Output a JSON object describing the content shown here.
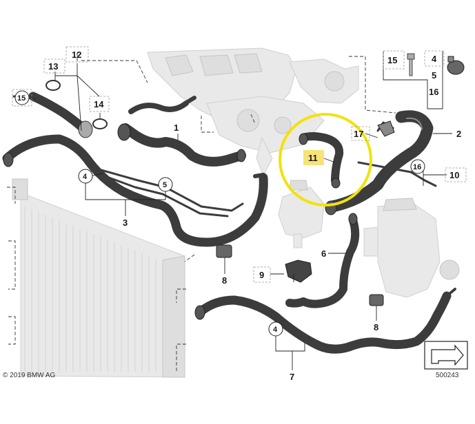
{
  "diagram": {
    "part_labels": {
      "p1": "1",
      "p2": "2",
      "p3": "3",
      "p4a": "4",
      "p4b": "4",
      "p4c": "4",
      "p5a": "5",
      "p5b": "5",
      "p6": "6",
      "p7": "7",
      "p8a": "8",
      "p8b": "8",
      "p9": "9",
      "p10": "10",
      "p11": "11",
      "p12": "12",
      "p13": "13",
      "p14": "14",
      "p15a": "15",
      "p15b": "15",
      "p16a": "16",
      "p16b": "16",
      "p17": "17"
    },
    "highlight": {
      "part": "11",
      "circle_color": "#f2e20c",
      "label_bg": "#f7e37a"
    },
    "copyright": "© 2019 BMW AG",
    "diagram_number": "500243"
  }
}
